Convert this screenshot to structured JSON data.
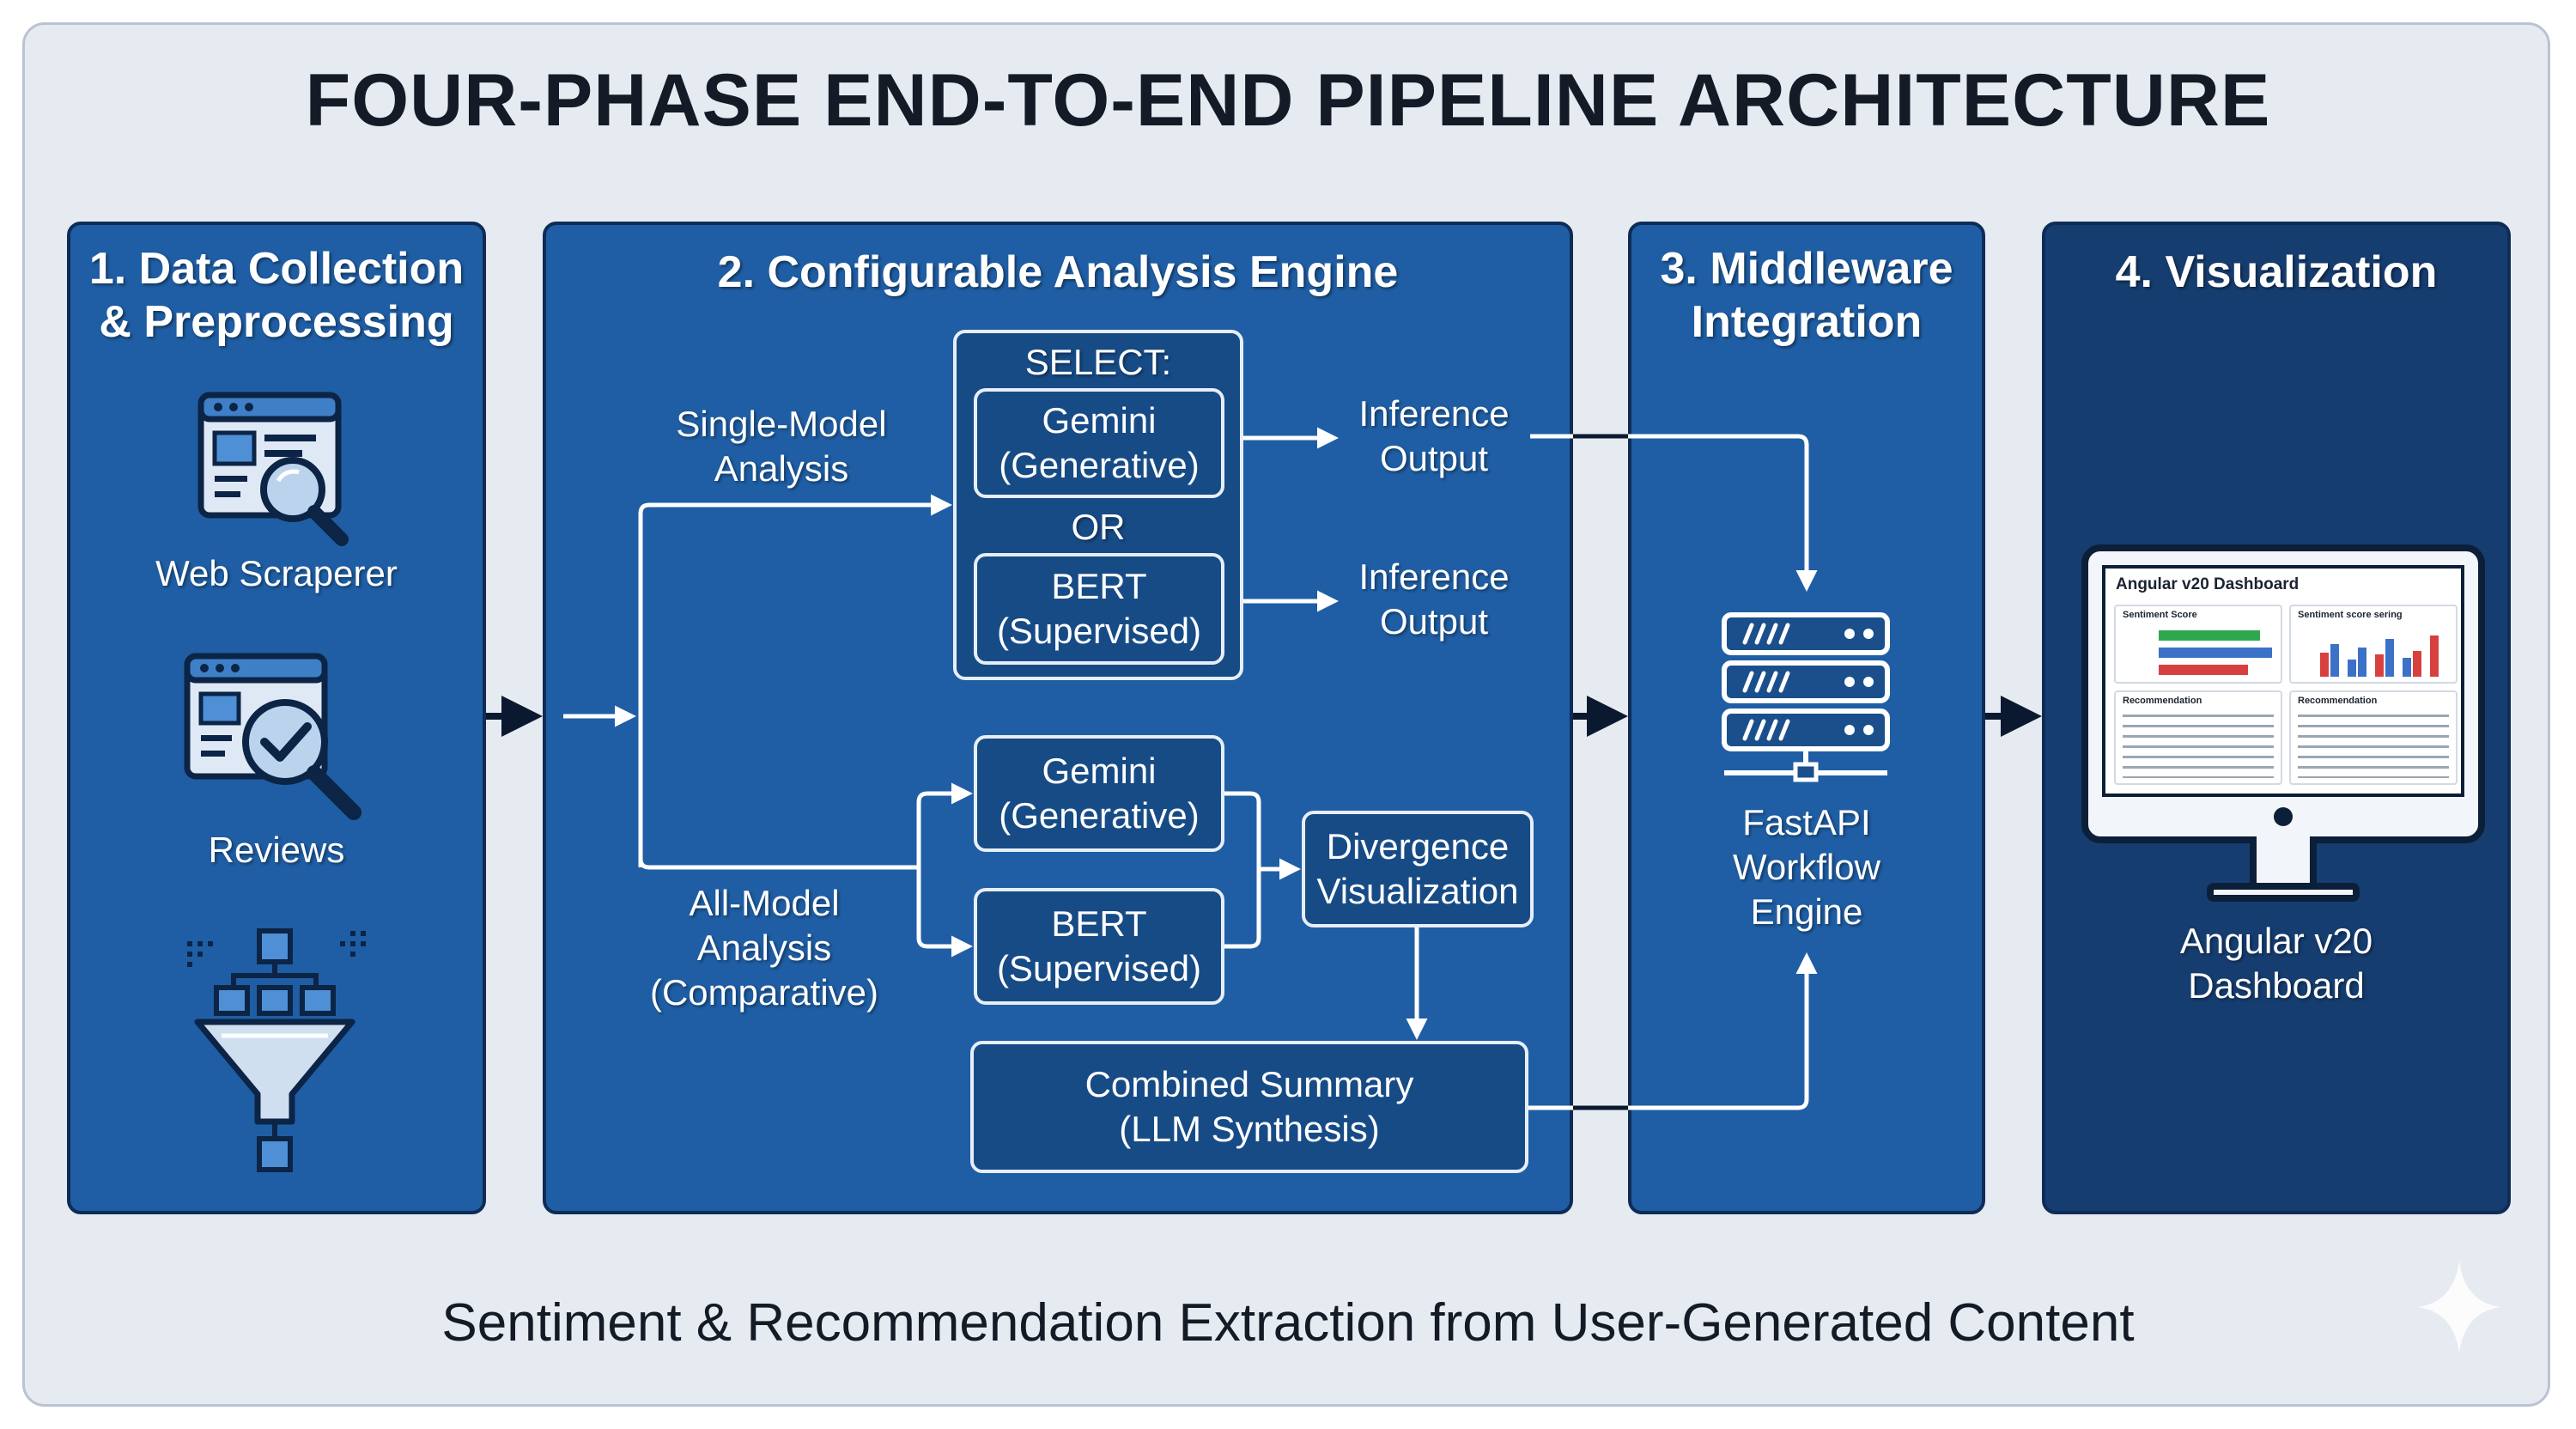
{
  "diagram": {
    "title": "FOUR-PHASE END-TO-END PIPELINE ARCHITECTURE",
    "subtitle": "Sentiment & Recommendation Extraction from User-Generated Content",
    "phase1": {
      "title_line1": "1. Data Collection",
      "title_line2": "& Preprocessing",
      "web_scraper_label": "Web Scraperer",
      "reviews_label": "Reviews"
    },
    "phase2": {
      "title": "2. Configurable Analysis Engine",
      "single_model_line1": "Single-Model",
      "single_model_line2": "Analysis",
      "select_label": "SELECT:",
      "gemini_line1": "Gemini",
      "gemini_line2": "(Generative)",
      "or_label": "OR",
      "bert_line1": "BERT",
      "bert_line2": "(Supervised)",
      "inference_line1": "Inference",
      "inference_line2": "Output",
      "all_model_line1": "All-Model",
      "all_model_line2": "Analysis",
      "all_model_line3": "(Comparative)",
      "divergence_line1": "Divergence",
      "divergence_line2": "Visualization",
      "combined_line1": "Combined Summary",
      "combined_line2": "(LLM Synthesis)"
    },
    "phase3": {
      "title_line1": "3. Middleware",
      "title_line2": "Integration",
      "engine_line1": "FastAPI",
      "engine_line2": "Workflow",
      "engine_line3": "Engine"
    },
    "phase4": {
      "title": "4. Visualization",
      "dashboard_line1": "Angular v20",
      "dashboard_line2": "Dashboard",
      "screen_title": "Angular v20 Dashboard",
      "screen_card1": "Sentiment Score",
      "screen_card2": "Sentiment score sering",
      "screen_card3": "Recommendation",
      "screen_card4": "Recommendation"
    }
  },
  "icons": [
    "web-scraper-icon",
    "reviews-icon",
    "funnel-icon",
    "server-icon",
    "monitor-icon",
    "sparkle-icon"
  ],
  "colors": {
    "panel": "#1f5ea4",
    "panel_dark": "#163d70",
    "border": "#0e2c56",
    "background": "#e6ebf2"
  }
}
